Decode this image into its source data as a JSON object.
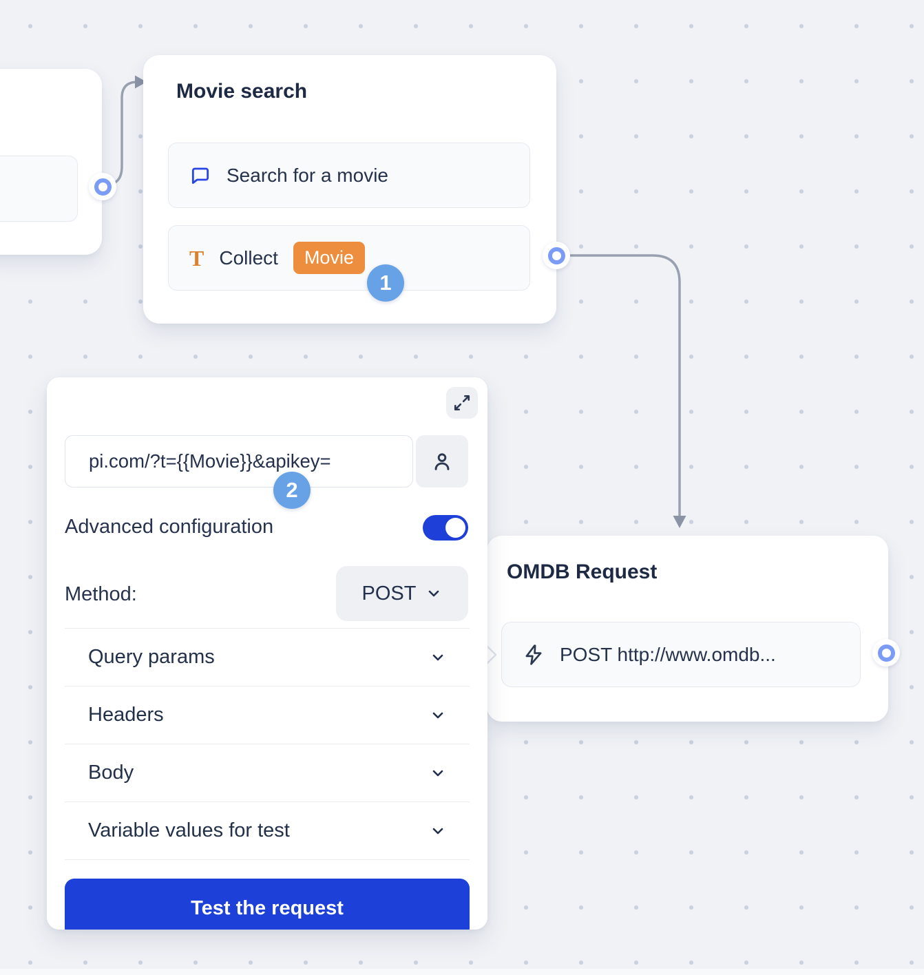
{
  "canvas": {
    "background": "#f0f2f6",
    "dot_color": "#c9d0df",
    "connector_color": "#99a1b0"
  },
  "colors": {
    "accent_blue": "#1d40d8",
    "step_badge_blue": "#67a1e6",
    "variable_orange": "#ec8e3e",
    "port_blue": "#7b9cf6",
    "text_navy": "#25314c"
  },
  "movie_search_node": {
    "title": "Movie search",
    "step_badge": "1",
    "items": [
      {
        "icon": "chat-bubble-icon",
        "label": "Search for a movie"
      },
      {
        "icon": "text-input-icon",
        "label": "Collect",
        "variable_badge": "Movie"
      }
    ]
  },
  "omdb_node": {
    "title": "OMDB Request",
    "items": [
      {
        "icon": "lightning-icon",
        "label": "POST http://www.omdb..."
      }
    ]
  },
  "webhook_panel": {
    "step_badge": "2",
    "expand_icon": "expand-icon",
    "url_input": {
      "value": "pi.com/?t={{Movie}}&apikey="
    },
    "user_button_icon": "person-icon",
    "advanced_label": "Advanced configuration",
    "advanced_enabled": true,
    "method_label": "Method:",
    "method_value": "POST",
    "sections": [
      {
        "label": "Query params"
      },
      {
        "label": "Headers"
      },
      {
        "label": "Body"
      },
      {
        "label": "Variable values for test"
      }
    ],
    "test_button_label": "Test the request"
  }
}
